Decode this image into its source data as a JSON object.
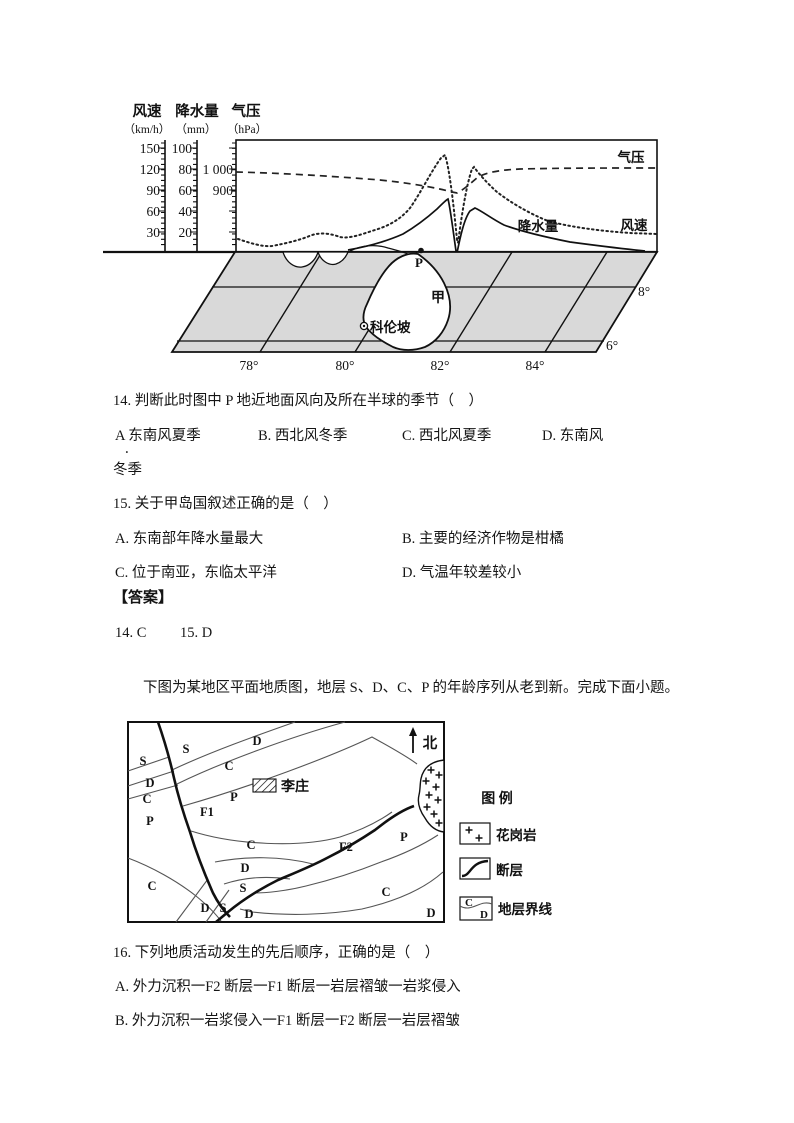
{
  "page": {
    "bg": "#ffffff",
    "ink": "#111111"
  },
  "fig1": {
    "axes": [
      {
        "title": "风速",
        "unit": "（km/h）",
        "ticks": [
          "150",
          "120",
          "90",
          "60",
          "30"
        ]
      },
      {
        "title": "降水量",
        "unit": "（mm）",
        "ticks": [
          "100",
          "80",
          "60",
          "40",
          "20"
        ]
      },
      {
        "title": "气压",
        "unit": "（hPa）",
        "ticks": [
          "1 000",
          "900"
        ]
      }
    ],
    "curve_labels": {
      "pressure": "气压",
      "wind": "风速",
      "precip": "降水量"
    },
    "map": {
      "point": "P",
      "island": "甲",
      "city": "科伦坡",
      "lons": [
        "78°",
        "80°",
        "82°",
        "84°"
      ],
      "lats": [
        "8°",
        "6°"
      ]
    }
  },
  "geo": {
    "north": "北",
    "village": "李庄",
    "fault1": "F1",
    "fault2": "F2",
    "labels": [
      "S",
      "S",
      "D",
      "D",
      "C",
      "C",
      "P",
      "P",
      "C",
      "D",
      "S",
      "C",
      "D",
      "S",
      "D",
      "P",
      "C",
      "D"
    ],
    "legend": {
      "title": "图 例",
      "granite": "花岗岩",
      "fault": "断层",
      "boundary": "地层界线",
      "sample_top": "C",
      "sample_bottom": "D"
    }
  },
  "qa": {
    "q14": {
      "text": "14. 判断此时图中 P 地近地面风向及所在半球的季节（    ）",
      "options": [
        "A 东南风夏季",
        "B. 西北风冬季",
        "C. 西北风夏季",
        "D. 东南风"
      ],
      "stray": "．",
      "wrap": "冬季"
    },
    "q15": {
      "text": "15. 关于甲岛国叙述正确的是（    ）",
      "options": [
        "A. 东南部年降水量最大",
        "B. 主要的经济作物是柑橘",
        "C. 位于南亚，东临太平洋",
        "D. 气温年较差较小"
      ]
    },
    "answer_heading": "【答案】",
    "answers": [
      "14. C",
      "15. D"
    ],
    "intro": "下图为某地区平面地质图，地层 S、D、C、P 的年龄序列从老到新。完成下面小题。",
    "q16": {
      "text": "16. 下列地质活动发生的先后顺序，正确的是（    ）",
      "options": [
        "A. 外力沉积一F2 断层一F1 断层一岩层褶皱一岩浆侵入",
        "B. 外力沉积一岩浆侵入一F1 断层一F2 断层一岩层褶皱"
      ]
    }
  }
}
